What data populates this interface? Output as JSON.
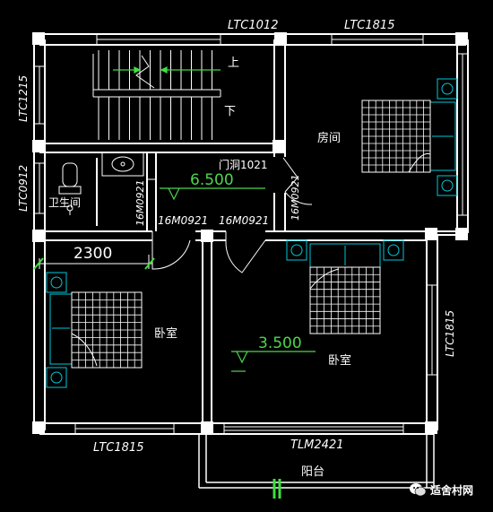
{
  "labels": {
    "window_top_left": "LTC1012",
    "window_top_right": "LTC1815",
    "window_left_upper": "LTC1215",
    "window_left_lower": "LTC0912",
    "window_right": "LTC1815",
    "window_bottom_left": "LTC1815",
    "sliding_door": "TLM2421",
    "stair_up": "上",
    "stair_down": "下",
    "door_opening": "门洞1021",
    "floor_elevation_1": "6.500",
    "floor_elevation_2": "3.500",
    "door_1": "16M0921",
    "door_2": "16M0921",
    "door_3": "16M0921",
    "door_4": "16M0921",
    "dimension": "2300",
    "room_bathroom": "卫生间",
    "room_top_right": "房间",
    "room_bedroom_left": "卧室",
    "room_bedroom_right": "卧室",
    "balcony": "阳台"
  },
  "watermark": {
    "text": "适舍村网",
    "icon": "wechat-icon"
  },
  "colors": {
    "background": "#000000",
    "wall": "#ffffff",
    "furniture": "#00c8d8",
    "door": "#ffffff",
    "elevation": "#4cd64c",
    "window_blue": "#3a6cff",
    "balcony_green": "#3ce03c"
  }
}
